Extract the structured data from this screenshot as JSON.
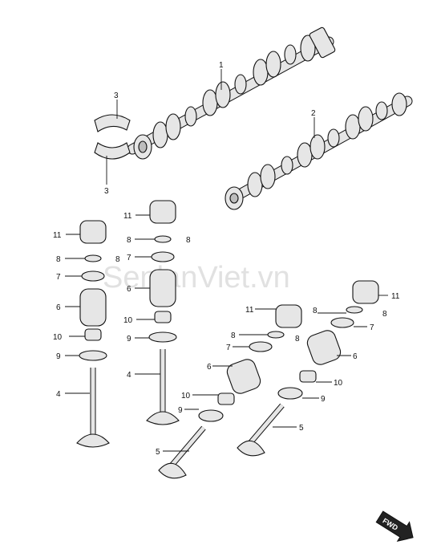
{
  "watermark": "SenlanViet.vn",
  "fwd_label": "FWD",
  "callouts": {
    "c1": "1",
    "c2": "2",
    "c3a": "3",
    "c3b": "3",
    "left": {
      "n11": "11",
      "n8a": "8",
      "n8b": "8",
      "n7": "7",
      "n6": "6",
      "n10": "10",
      "n9": "9",
      "n4": "4"
    },
    "midleft": {
      "n11": "11",
      "n8a": "8",
      "n8b": "8",
      "n7": "7",
      "n6": "6",
      "n10": "10",
      "n9": "9",
      "n4": "4"
    },
    "midright": {
      "n11": "11",
      "n8a": "8",
      "n8b": "8",
      "n7": "7",
      "n6": "6",
      "n10": "10",
      "n9": "9",
      "n5": "5"
    },
    "right": {
      "n11": "11",
      "n8a": "8",
      "n8b": "8",
      "n7": "7",
      "n6": "6",
      "n10": "10",
      "n9": "9",
      "n5": "5"
    }
  }
}
